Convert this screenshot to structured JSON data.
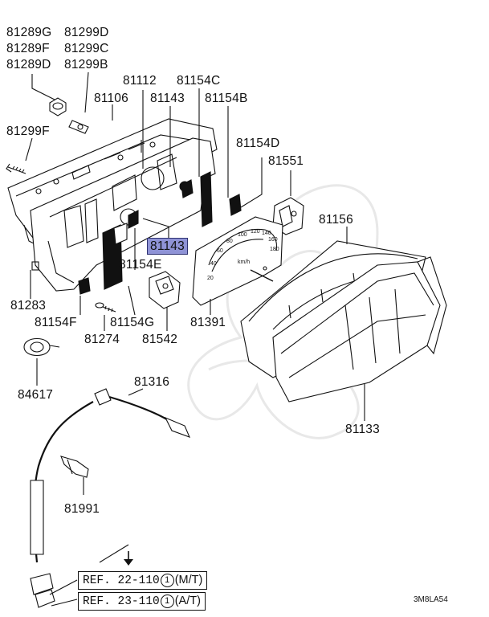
{
  "callouts": {
    "p81289G": "81289G",
    "p81299D": "81299D",
    "p81289F": "81289F",
    "p81299C": "81299C",
    "p81289D": "81289D",
    "p81299B": "81299B",
    "p81112": "81112",
    "p81154C": "81154C",
    "p81106": "81106",
    "p81143_top": "81143",
    "p81154B": "81154B",
    "p81299F": "81299F",
    "p81154D": "81154D",
    "p81551": "81551",
    "p81156": "81156",
    "p81143_selected": "81143",
    "p81154E": "81154E",
    "p81283": "81283",
    "p81154F": "81154F",
    "p81154G": "81154G",
    "p81391": "81391",
    "p81274": "81274",
    "p81542": "81542",
    "p84617": "84617",
    "p81316": "81316",
    "p81133": "81133",
    "p81991": "81991"
  },
  "references": [
    {
      "prefix": "REF. 22-110",
      "circled": "1",
      "suffix": "(M/T)"
    },
    {
      "prefix": "REF. 23-110",
      "circled": "1",
      "suffix": "(A/T)"
    }
  ],
  "diagram_code": "3M8LA54",
  "speedometer_ticks": [
    "20",
    "40",
    "60",
    "80",
    "100",
    "120",
    "140",
    "160",
    "180"
  ],
  "speedometer_unit": "km/h",
  "colors": {
    "line": "#111111",
    "highlight_fill": "#8f93d6",
    "highlight_border": "#2f3372",
    "watermark": "#e6e6e6"
  },
  "icons": [
    "arrow-down-icon",
    "circled-number-icon"
  ]
}
